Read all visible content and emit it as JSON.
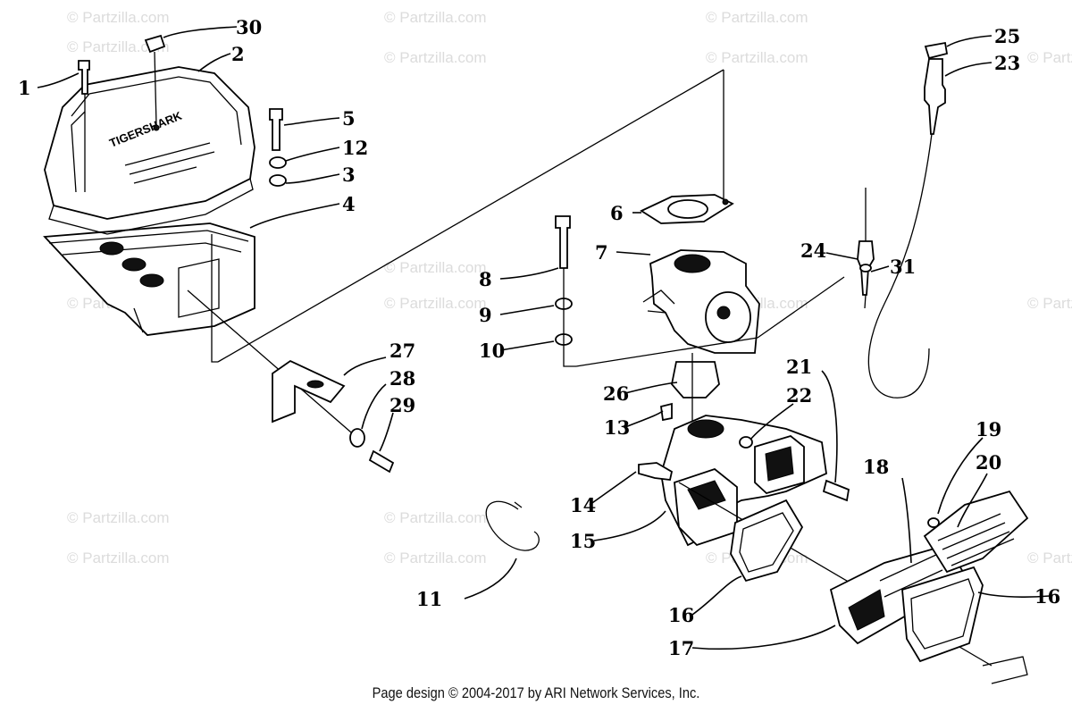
{
  "watermark": "© Partzilla.com",
  "footer": "Page design © 2004-2017 by ARI Network Services, Inc.",
  "cover_text": "TIGERSHARK",
  "callouts": [
    "1",
    "2",
    "3",
    "4",
    "5",
    "6",
    "7",
    "8",
    "9",
    "10",
    "11",
    "12",
    "13",
    "14",
    "15",
    "16",
    "16",
    "17",
    "18",
    "19",
    "20",
    "21",
    "22",
    "23",
    "24",
    "25",
    "26",
    "27",
    "28",
    "29",
    "30",
    "31"
  ]
}
